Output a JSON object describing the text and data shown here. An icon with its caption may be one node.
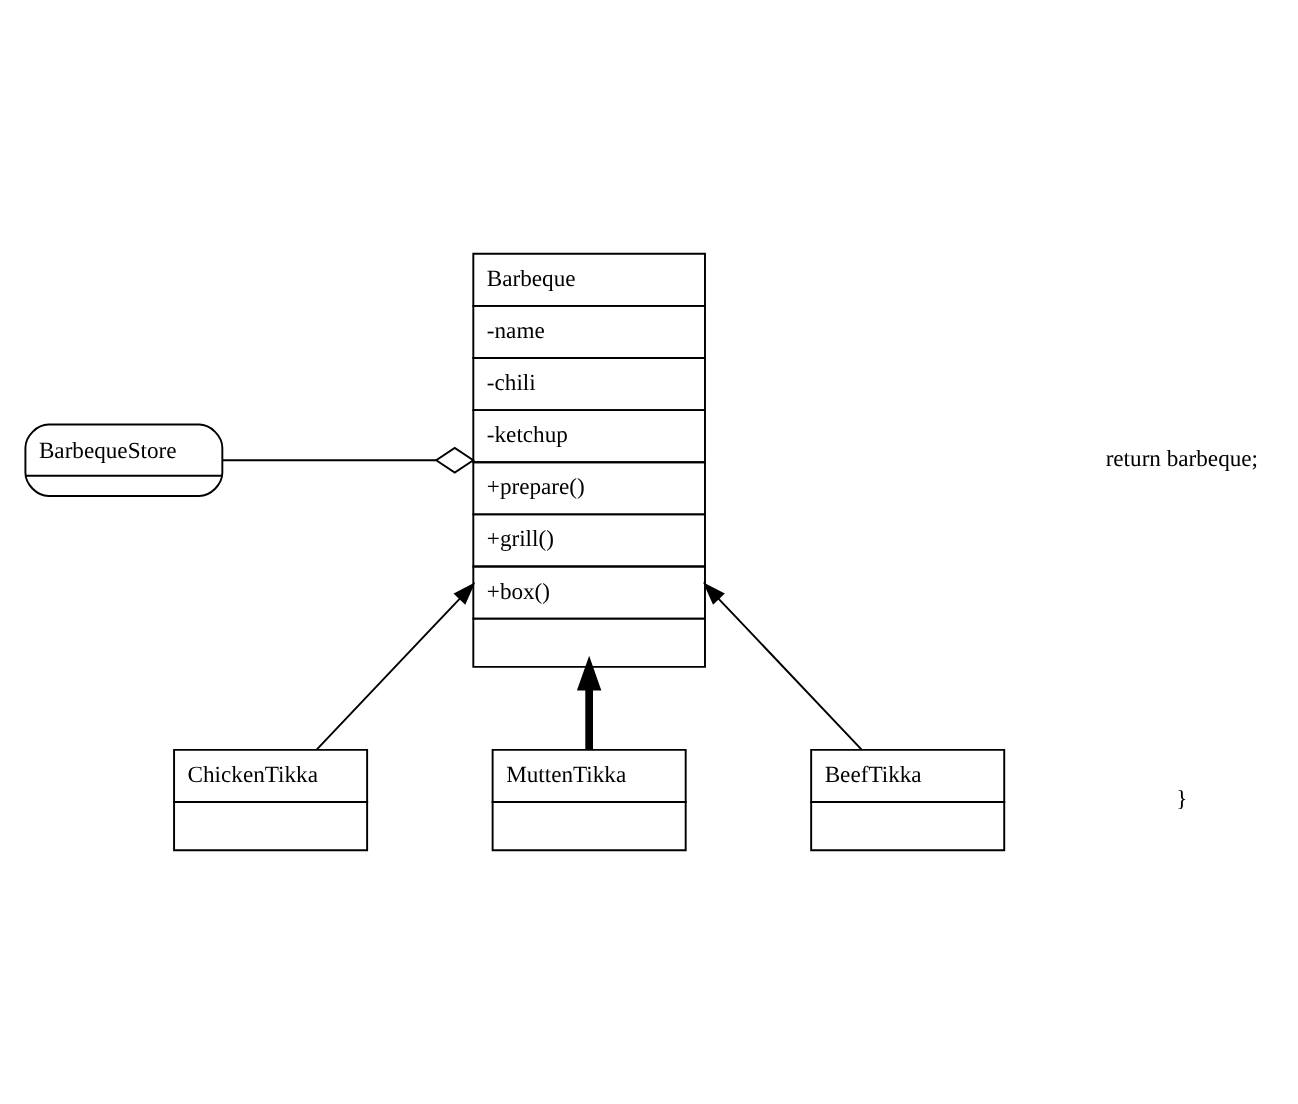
{
  "diagram": {
    "nodes": [
      {
        "text": [
          "BarbequeStore"
        ]
      },
      {
        "text": [
          "Barbeque",
          "-name",
          "-chili",
          "-ketchup",
          "+prepare()",
          "+grill()",
          "+box()"
        ]
      },
      {
        "text": [
          "ChickenTikka"
        ]
      },
      {
        "text": [
          "MuttenTikka"
        ]
      },
      {
        "text": [
          "BeefTikka"
        ]
      }
    ],
    "edges": [
      {
        "from": 0,
        "to": 1,
        "arrow": "other"
      },
      {
        "from": 2,
        "to": 1,
        "arrow": "to"
      },
      {
        "from": 3,
        "to": 1,
        "arrow": "to",
        "style": "thick"
      },
      {
        "from": 4,
        "to": 1,
        "arrow": "to"
      }
    ],
    "labels": [
      "return barbeque;",
      "}"
    ]
  }
}
